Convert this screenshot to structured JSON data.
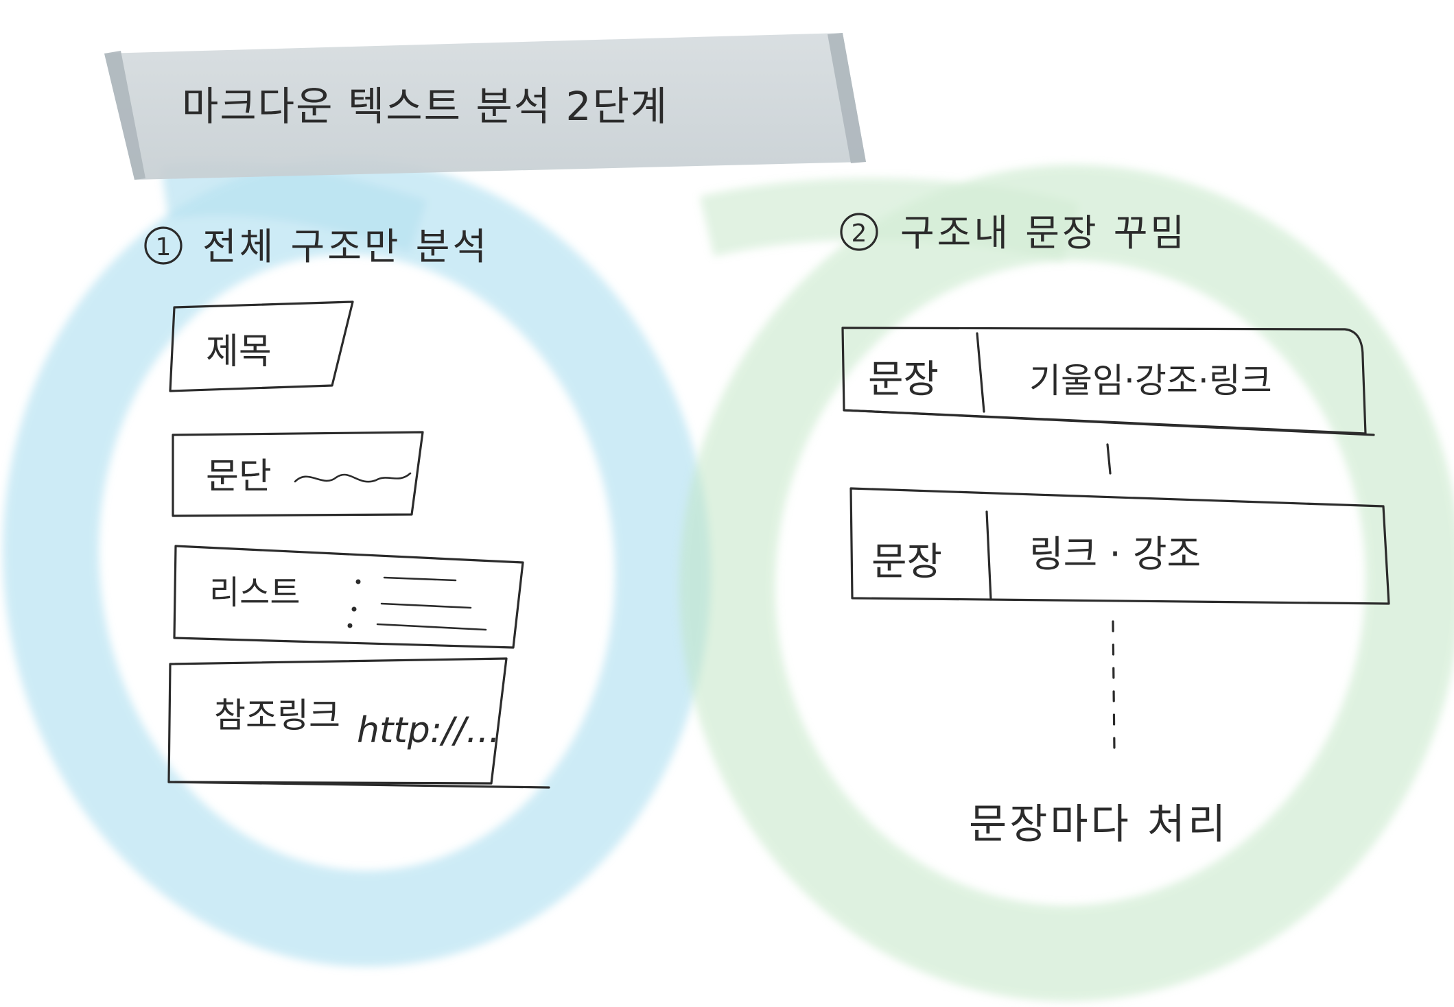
{
  "title": "마크다운 텍스트 분석  2단계",
  "colors": {
    "left_circle": "#9fd9ee",
    "right_circle": "#b9e3bd",
    "banner": "#cfd6da",
    "ink": "#2b2b2b"
  },
  "left": {
    "step_number": "1",
    "heading": "전체 구조만 분석",
    "boxes": [
      {
        "label": "제목",
        "detail": ""
      },
      {
        "label": "문단",
        "detail": ""
      },
      {
        "label": "리스트",
        "detail": ""
      },
      {
        "label": "참조링크",
        "detail": "http://..."
      }
    ]
  },
  "right": {
    "step_number": "2",
    "heading": "구조내 문장 꾸밈",
    "sentences": [
      {
        "label": "문장",
        "detail": "기울임·강조·링크"
      },
      {
        "label": "문장",
        "detail": "링크 · 강조"
      }
    ],
    "footer": "문장마다 처리"
  }
}
